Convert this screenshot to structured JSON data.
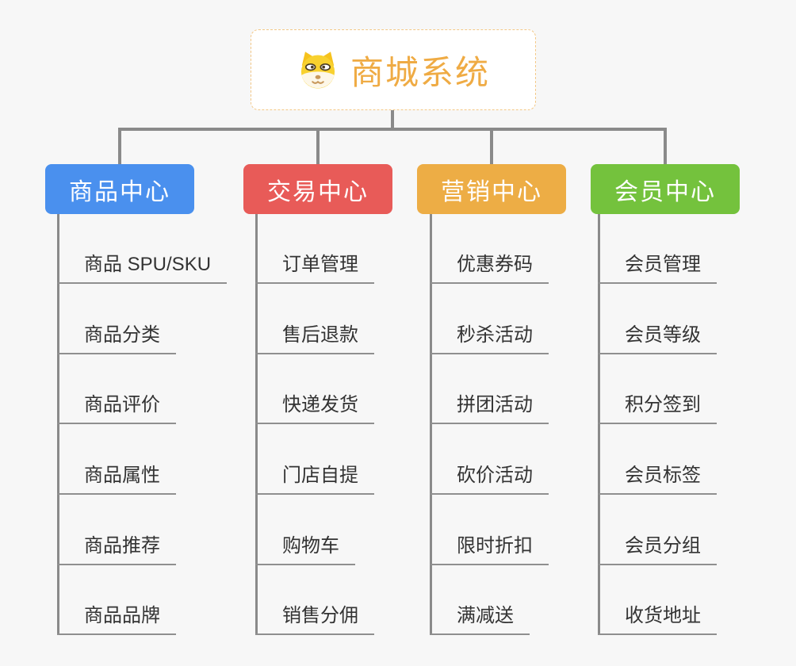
{
  "root": {
    "title": "商城系统",
    "icon": "doge-icon"
  },
  "columns": [
    {
      "label": "商品中心",
      "color": "#4a90ee",
      "items": [
        "商品 SPU/SKU",
        "商品分类",
        "商品评价",
        "商品属性",
        "商品推荐",
        "商品品牌"
      ]
    },
    {
      "label": "交易中心",
      "color": "#e85b58",
      "items": [
        "订单管理",
        "售后退款",
        "快递发货",
        "门店自提",
        "购物车",
        "销售分佣"
      ]
    },
    {
      "label": "营销中心",
      "color": "#edad45",
      "items": [
        "优惠券码",
        "秒杀活动",
        "拼团活动",
        "砍价活动",
        "限时折扣",
        "满减送"
      ]
    },
    {
      "label": "会员中心",
      "color": "#74c23d",
      "items": [
        "会员管理",
        "会员等级",
        "积分签到",
        "会员标签",
        "会员分组",
        "收货地址"
      ]
    }
  ],
  "colors": {
    "background": "#f7f7f7",
    "connector": "#8a8a8a",
    "underline": "#8f8f8f",
    "root_border": "#f3c887",
    "root_text": "#efab44",
    "leaf_text": "#333333",
    "branch_text": "#ffffff"
  }
}
